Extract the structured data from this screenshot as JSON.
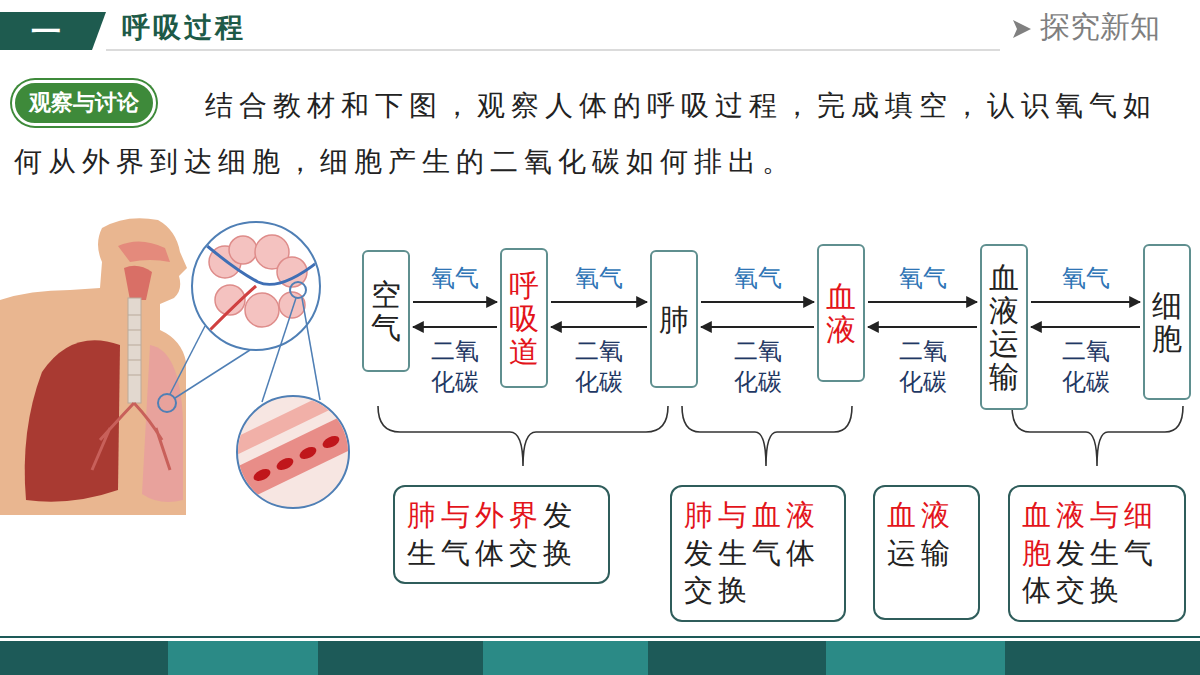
{
  "diagram": {
    "title": "呼吸过程",
    "nodes": [
      {
        "text": [
          "一"
        ]
      },
      {
        "text": [
          "观察与讨论"
        ]
      },
      {
        "text": [
          "空气"
        ]
      },
      {
        "text": [
          "呼吸道"
        ]
      },
      {
        "text": [
          "肺"
        ]
      },
      {
        "text": [
          "血液"
        ]
      },
      {
        "text": [
          "血液运输"
        ]
      },
      {
        "text": [
          "细胞"
        ]
      },
      {
        "text": [
          "肺与外界",
          "发生气体交换"
        ]
      },
      {
        "text": [
          "肺与血液",
          "发生气体交换"
        ]
      },
      {
        "text": [
          "血液",
          "运输"
        ]
      },
      {
        "text": [
          "血液与细胞",
          "发生气体交换"
        ]
      }
    ],
    "edges": [
      {
        "from": 2,
        "to": 3,
        "label": "氧气",
        "arrow": "to"
      },
      {
        "from": 3,
        "to": 2,
        "label": "二氧 化碳",
        "arrow": "to"
      },
      {
        "from": 3,
        "to": 4,
        "label": "氧气",
        "arrow": "to"
      },
      {
        "from": 4,
        "to": 3,
        "label": "二氧 化碳",
        "arrow": "to"
      },
      {
        "from": 4,
        "to": 5,
        "label": "氧气",
        "arrow": "to"
      },
      {
        "from": 5,
        "to": 4,
        "label": "二氧 化碳",
        "arrow": "to"
      },
      {
        "from": 5,
        "to": 6,
        "label": "氧气",
        "arrow": "to"
      },
      {
        "from": 6,
        "to": 5,
        "label": "二氧 化碳",
        "arrow": "to"
      },
      {
        "from": 6,
        "to": 7,
        "label": "氧气",
        "arrow": "to"
      },
      {
        "from": 7,
        "to": 6,
        "label": "二氧 化碳",
        "arrow": "to"
      }
    ],
    "labels": [
      "探究新知",
      "结合教材和下图，观察人体的呼吸过程，完成填空，认识氧气如何从外界到达细胞，细胞产生的二氧化碳如何排出。"
    ]
  }
}
